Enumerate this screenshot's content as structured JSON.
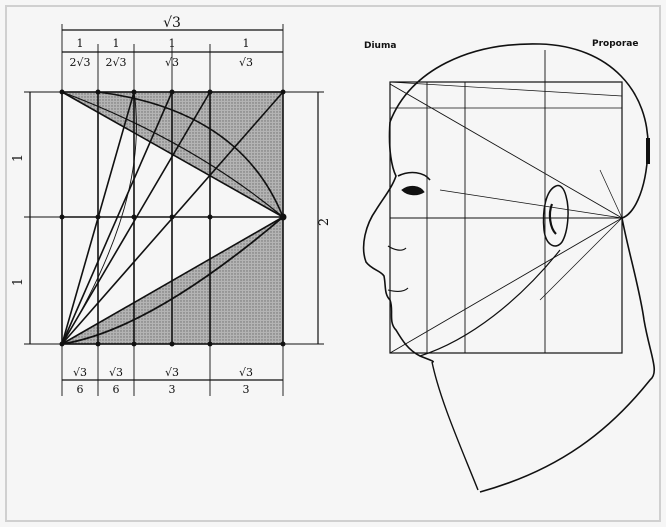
{
  "figure": {
    "left": {
      "top_dimension": "√3",
      "top_fractions": [
        {
          "num": "1",
          "den": "2√3"
        },
        {
          "num": "1",
          "den": "2√3"
        },
        {
          "num": "1",
          "den": "√3"
        },
        {
          "num": "1",
          "den": "√3"
        }
      ],
      "left_dimensions": [
        "1",
        "1"
      ],
      "right_dimension": "2",
      "bottom_fractions": [
        {
          "num": "√3",
          "den": "6"
        },
        {
          "num": "√3",
          "den": "6"
        },
        {
          "num": "√3",
          "den": "3"
        },
        {
          "num": "√3",
          "den": "3"
        }
      ]
    },
    "right": {
      "label_left": "Diuma",
      "label_right": "Proporae"
    }
  },
  "colors": {
    "line": "#111111",
    "shade": "#9a9a9a",
    "paper": "#f6f6f6",
    "frame": "#cfcfcf"
  }
}
